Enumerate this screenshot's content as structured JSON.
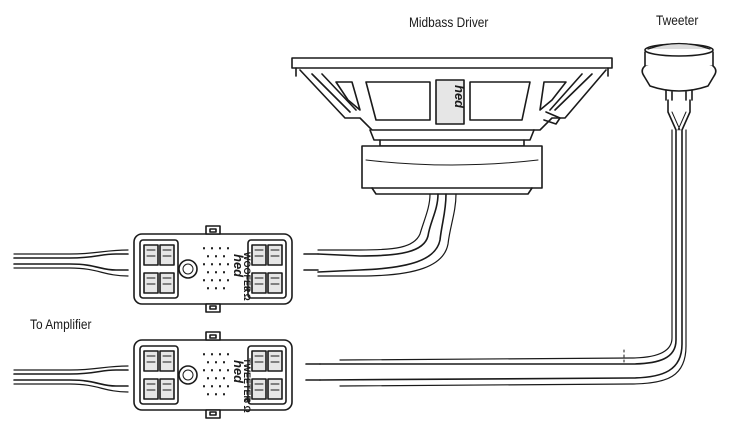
{
  "labels": {
    "midbass": "Midbass Driver",
    "tweeter": "Tweeter",
    "amplifier": "To Amplifier"
  },
  "crossovers": [
    {
      "brand": "hed",
      "output": "WOOFER",
      "rating": "8 Ω"
    },
    {
      "brand": "hed",
      "output": "TWEETER",
      "rating": "8 Ω"
    }
  ],
  "driver_brand": "hed",
  "colors": {
    "ink": "#1a1a1a",
    "background": "#ffffff",
    "fill_gray": "#e6e6e6"
  }
}
